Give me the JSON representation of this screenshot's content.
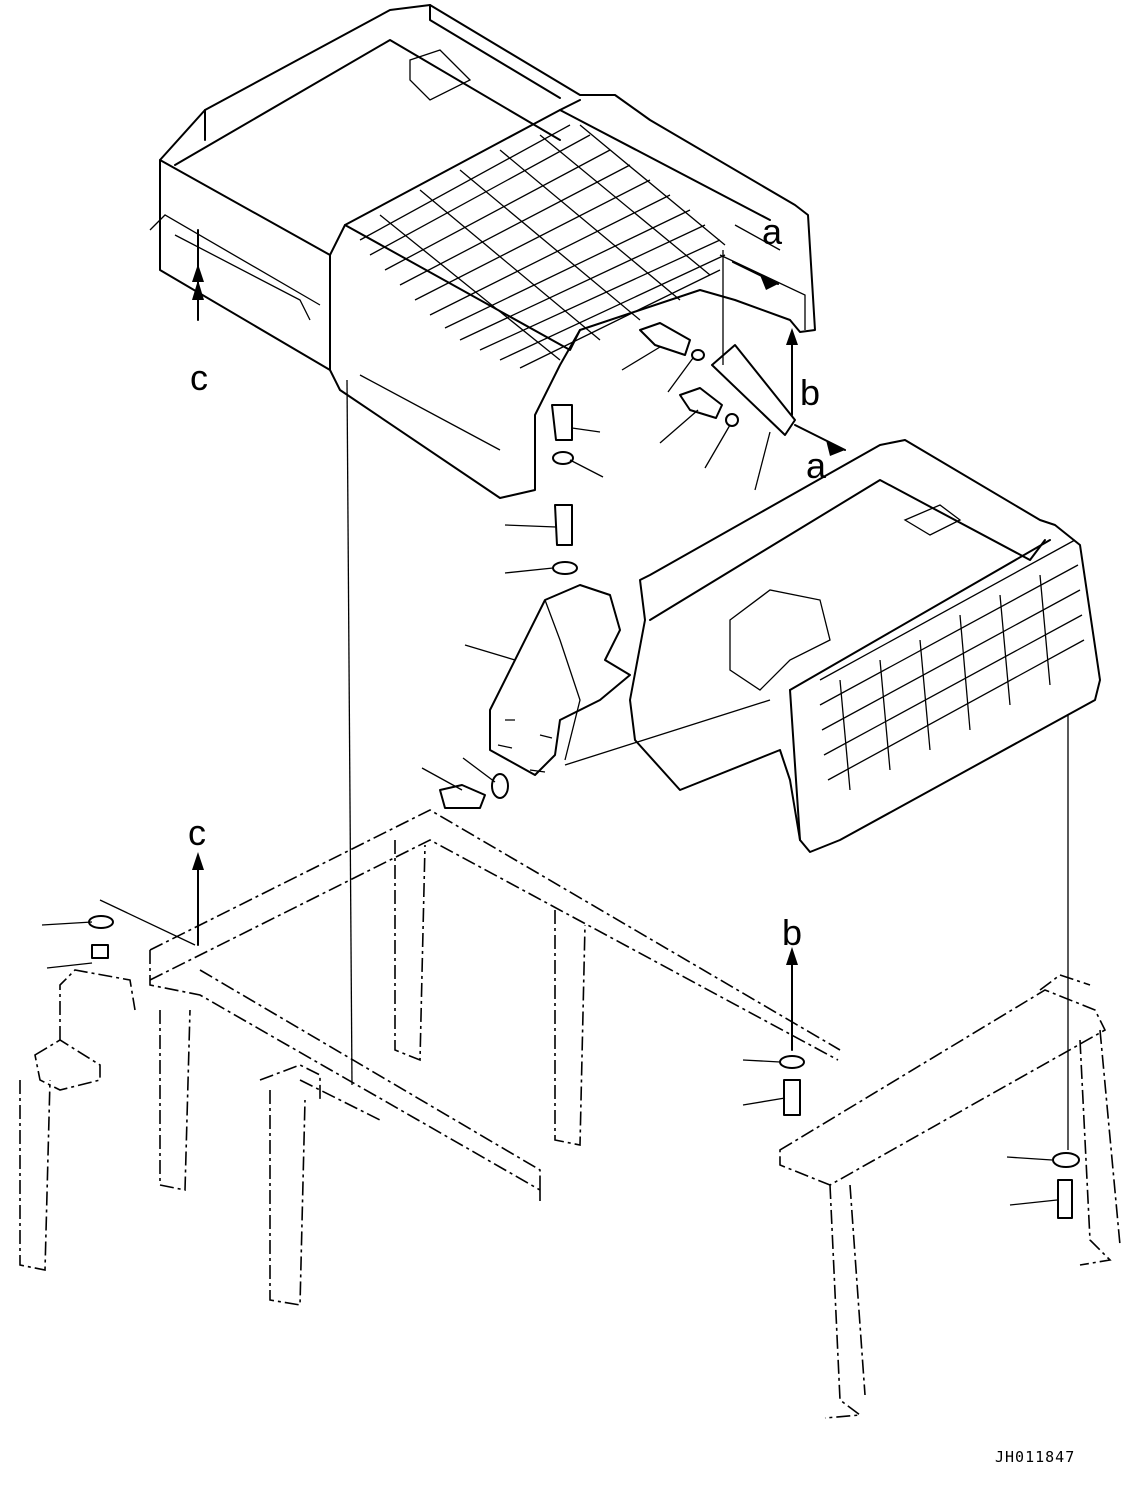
{
  "labels": {
    "a1": "a",
    "a2": "a",
    "b1": "b",
    "b2": "b",
    "c1": "c",
    "c2": "c"
  },
  "drawing_code": "JH011847"
}
